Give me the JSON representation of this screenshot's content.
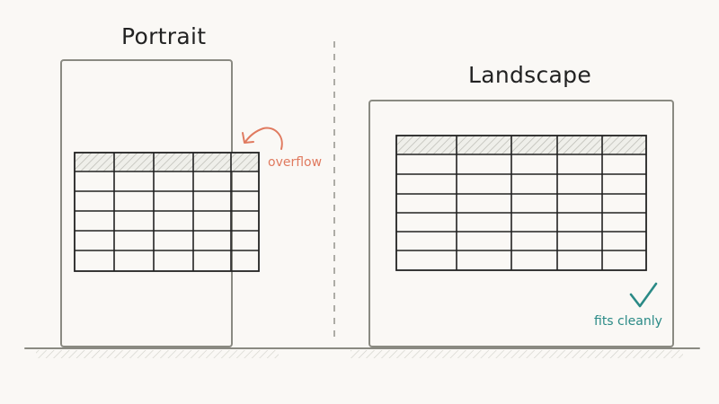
{
  "titles": {
    "portrait": "Portrait",
    "landscape": "Landscape"
  },
  "annotations": {
    "overflow": "overflow",
    "fits": "fits cleanly"
  },
  "colors": {
    "ink": "#222222",
    "frame": "#8a8a82",
    "overflow_accent": "#e07a5f",
    "success_accent": "#2a8a86",
    "background": "#faf8f5"
  },
  "icons": {
    "overflow_arrow": "curved-arrow-icon",
    "success_mark": "checkmark-icon"
  }
}
